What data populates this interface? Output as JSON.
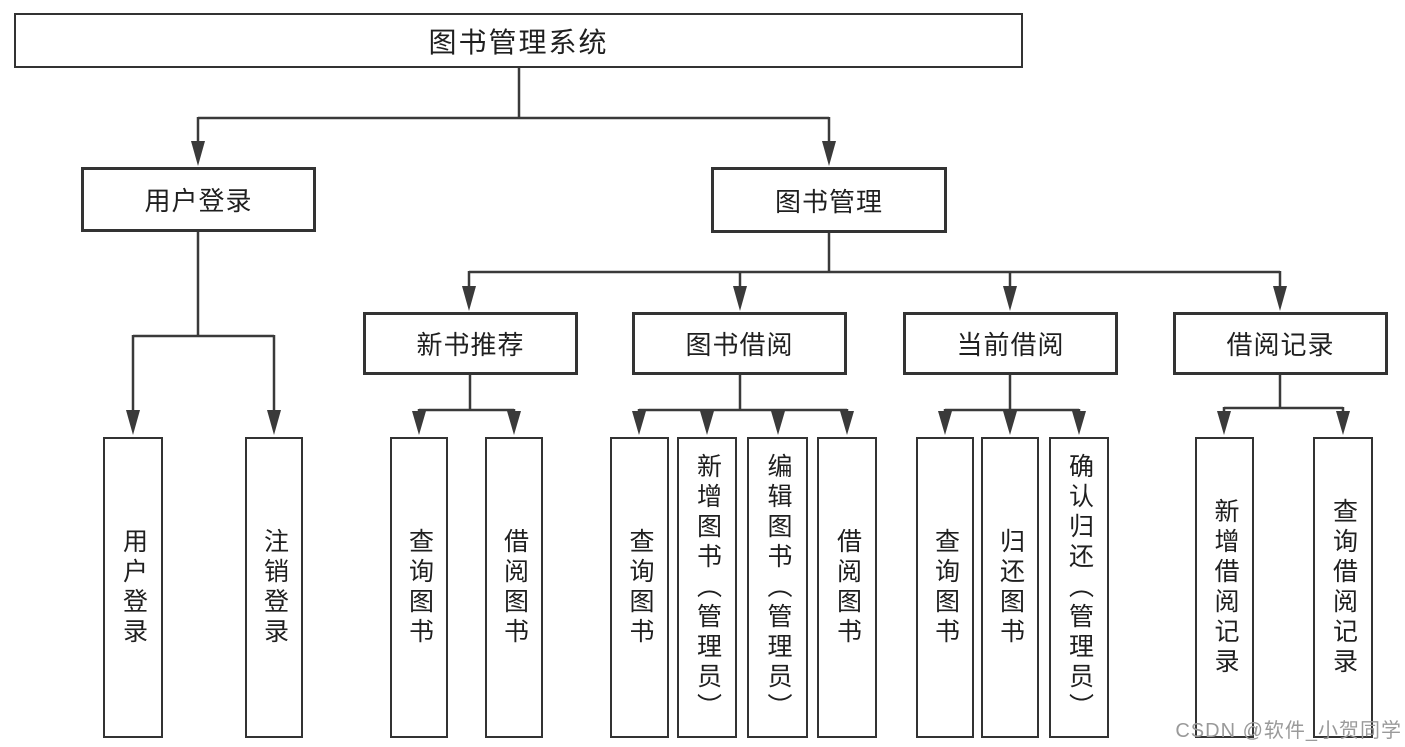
{
  "colors": {
    "line": "#3a3a3a",
    "box_border": "#333333",
    "text": "#1f1f1f",
    "watermark": "#9a9a9a",
    "background": "#ffffff"
  },
  "watermark": {
    "text": "CSDN @软件_小贺同学"
  },
  "tree": {
    "root": {
      "label": "图书管理系统"
    },
    "user_login": {
      "label": "用户登录",
      "children": [
        {
          "label": "用户登录"
        },
        {
          "label": "注销登录"
        }
      ]
    },
    "book_mgmt": {
      "label": "图书管理",
      "sections": [
        {
          "label": "新书推荐",
          "children": [
            {
              "label": "查询图书"
            },
            {
              "label": "借阅图书"
            }
          ]
        },
        {
          "label": "图书借阅",
          "children": [
            {
              "label": "查询图书"
            },
            {
              "label": "新增图书（管理员）"
            },
            {
              "label": "编辑图书（管理员）"
            },
            {
              "label": "借阅图书"
            }
          ]
        },
        {
          "label": "当前借阅",
          "children": [
            {
              "label": "查询图书"
            },
            {
              "label": "归还图书"
            },
            {
              "label": "确认归还（管理员）"
            }
          ]
        },
        {
          "label": "借阅记录",
          "children": [
            {
              "label": "新增借阅记录"
            },
            {
              "label": "查询借阅记录"
            }
          ]
        }
      ]
    }
  }
}
